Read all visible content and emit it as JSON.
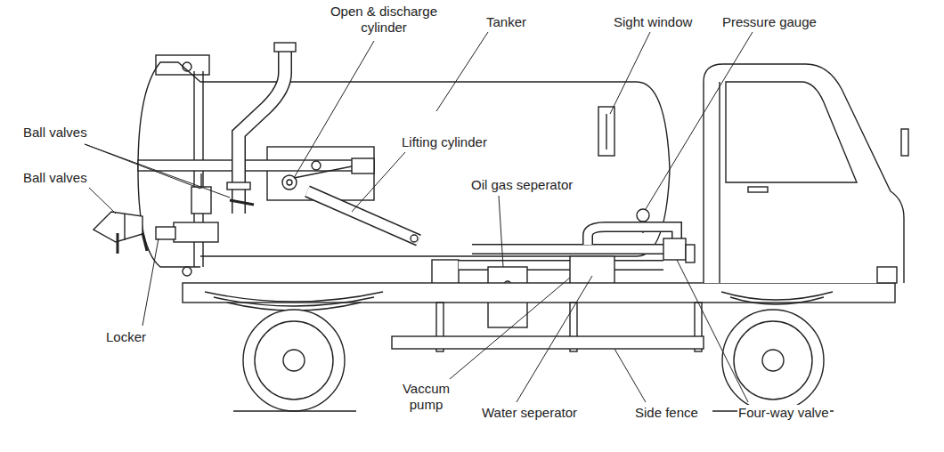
{
  "diagram": {
    "labels": [
      "Open & discharge cylinder",
      "Tanker",
      "Sight window",
      "Pressure gauge",
      "Ball valves",
      "Ball valves",
      "Lifting cylinder",
      "Oil gas seperator",
      "Locker",
      "Vaccum pump",
      "Water seperator",
      "Side fence",
      "Four-way valve"
    ]
  }
}
